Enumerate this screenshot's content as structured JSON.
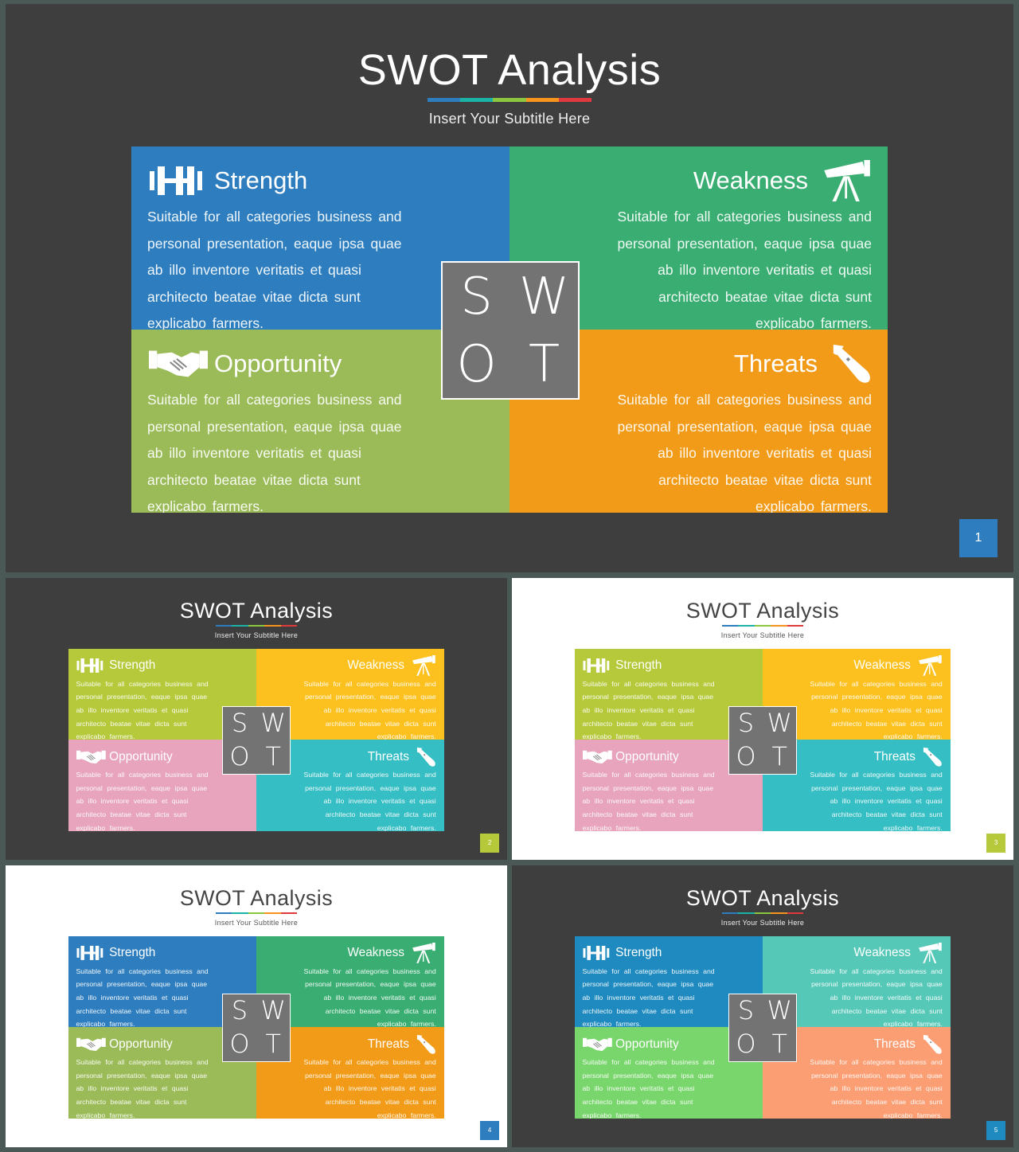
{
  "slides": [
    {
      "title": "SWOT Analysis",
      "subtitle": "Insert  Your  Subtitle  Here",
      "page_number": "1",
      "theme": "dark",
      "colors": {
        "strength": "#2e7ebf",
        "weakness": "#3aae72",
        "opportunity": "#9bbb58",
        "threats": "#f29b18",
        "page": "#2e7ebf"
      }
    },
    {
      "title": "SWOT Analysis",
      "subtitle": "Insert  Your  Subtitle  Here",
      "page_number": "2",
      "theme": "dark",
      "colors": {
        "strength": "#b5c93a",
        "weakness": "#fcc11e",
        "opportunity": "#e7a4bc",
        "threats": "#35bec3",
        "page": "#b5c93a"
      }
    },
    {
      "title": "SWOT Analysis",
      "subtitle": "Insert  Your  Subtitle  Here",
      "page_number": "3",
      "theme": "light",
      "colors": {
        "strength": "#b5c93a",
        "weakness": "#fcc11e",
        "opportunity": "#e7a4bc",
        "threats": "#35bec3",
        "page": "#b5c93a"
      }
    },
    {
      "title": "SWOT Analysis",
      "subtitle": "Insert  Your  Subtitle  Here",
      "page_number": "4",
      "theme": "light",
      "colors": {
        "strength": "#2e7ebf",
        "weakness": "#3aae72",
        "opportunity": "#9bbb58",
        "threats": "#f29b18",
        "page": "#2e7ebf"
      }
    },
    {
      "title": "SWOT Analysis",
      "subtitle": "Insert  Your  Subtitle  Here",
      "page_number": "5",
      "theme": "dark",
      "colors": {
        "strength": "#1e8abf",
        "weakness": "#56c8b8",
        "opportunity": "#79d66c",
        "threats": "#fb9e73",
        "page": "#1e8abf"
      }
    }
  ],
  "quadrants": {
    "strength": {
      "label": "Strength",
      "icon": "dumbbell-icon",
      "body": "Suitable  for  all  categories  business  and  personal  presentation,  eaque  ipsa  quae  ab  illo  inventore  veritatis  et  quasi  architecto  beatae  vitae  dicta  sunt  explicabo  farmers."
    },
    "weakness": {
      "label": "Weakness",
      "icon": "telescope-icon",
      "body": "Suitable  for  all  categories  business  and  personal  presentation,  eaque  ipsa  quae  ab  illo  inventore  veritatis  et  quasi  architecto  beatae  vitae  dicta  sunt  explicabo  farmers."
    },
    "opportunity": {
      "label": "Opportunity",
      "icon": "handshake-icon",
      "body": "Suitable  for  all  categories  business  and  personal  presentation,  eaque  ipsa  quae  ab  illo  inventore  veritatis  et  quasi  architecto  beatae  vitae  dicta  sunt  explicabo  farmers."
    },
    "threats": {
      "label": "Threats",
      "icon": "missile-icon",
      "body": "Suitable  for  all  categories  business  and  personal  presentation,  eaque  ipsa  quae  ab  illo  inventore  veritatis  et  quasi  architecto  beatae  vitae  dicta  sunt  explicabo  farmers."
    }
  },
  "swot_letters": {
    "s": "S",
    "w": "W",
    "o": "O",
    "t": "T"
  },
  "title_bar_colors": [
    "#2e7ebf",
    "#1ab3a6",
    "#8dc63f",
    "#f7941d",
    "#e0393e"
  ]
}
